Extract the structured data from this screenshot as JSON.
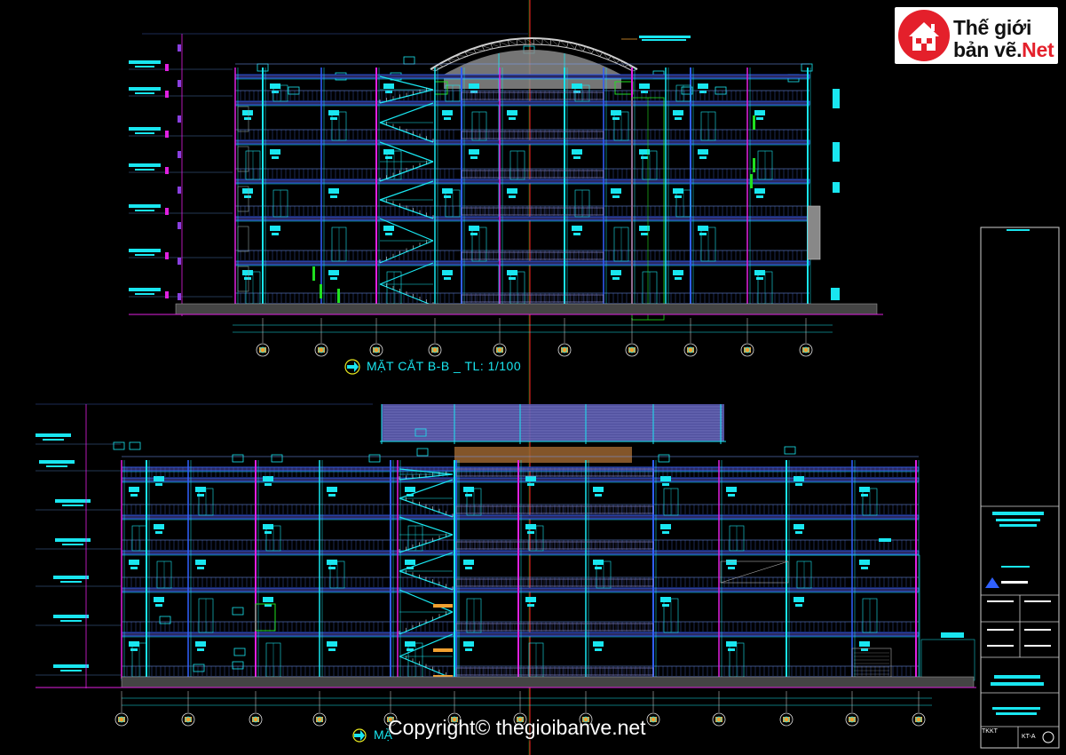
{
  "section_top": {
    "title": "MẶT CẮT B-B _ TL: 1/100"
  },
  "section_bottom": {
    "title_visible": "MẶ"
  },
  "logo": {
    "line1": "Thế giới",
    "line2_main": "bản vẽ.",
    "line2_accent": "Net",
    "icon": "house-icon"
  },
  "watermark": {
    "text": "Copyright© thegioibanve.net"
  },
  "title_block": {
    "code": "TKKT",
    "sheet": "KT-A"
  },
  "colors": {
    "background": "#000000",
    "cyan": "#19e6f0",
    "magenta": "#e020e0",
    "yellow": "#e8e820",
    "green": "#20e020",
    "blue": "#3060ff",
    "red": "#ff2020",
    "orange": "#f0a030",
    "logo_red": "#e4202b"
  }
}
